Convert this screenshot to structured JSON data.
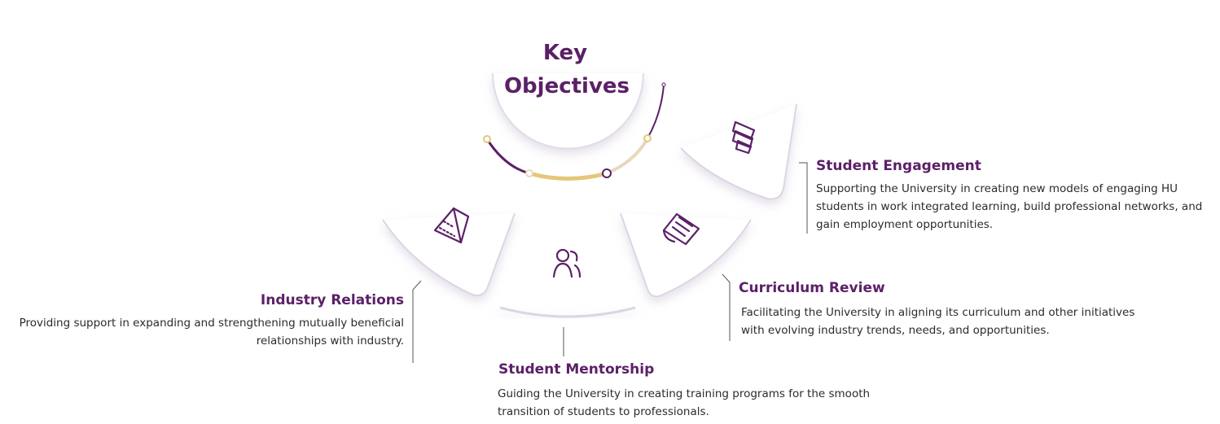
{
  "title": {
    "line1": "Key",
    "line2": "Objectives"
  },
  "colors": {
    "purple": "#5b2068",
    "gold": "#e3c77a",
    "beige": "#e6d9bd",
    "shadow": "#d9d2e0"
  },
  "objectives": [
    {
      "icon": "layers-icon",
      "heading": "Student Engagement",
      "description": "Supporting the University in creating new models of engaging HU students in work integrated learning, build professional networks, and gain employment opportunities."
    },
    {
      "icon": "document-icon",
      "heading": "Curriculum Review",
      "description": "Facilitating the University in aligning its curriculum and other initiatives with evolving industry trends, needs, and opportunities."
    },
    {
      "icon": "users-icon",
      "heading": "Student Mentorship",
      "description": "Guiding the University in creating training programs for the smooth transition of students to professionals."
    },
    {
      "icon": "building-icon",
      "heading": "Industry Relations",
      "description": "Providing support in expanding and strengthening mutually beneficial relationships with industry."
    }
  ]
}
